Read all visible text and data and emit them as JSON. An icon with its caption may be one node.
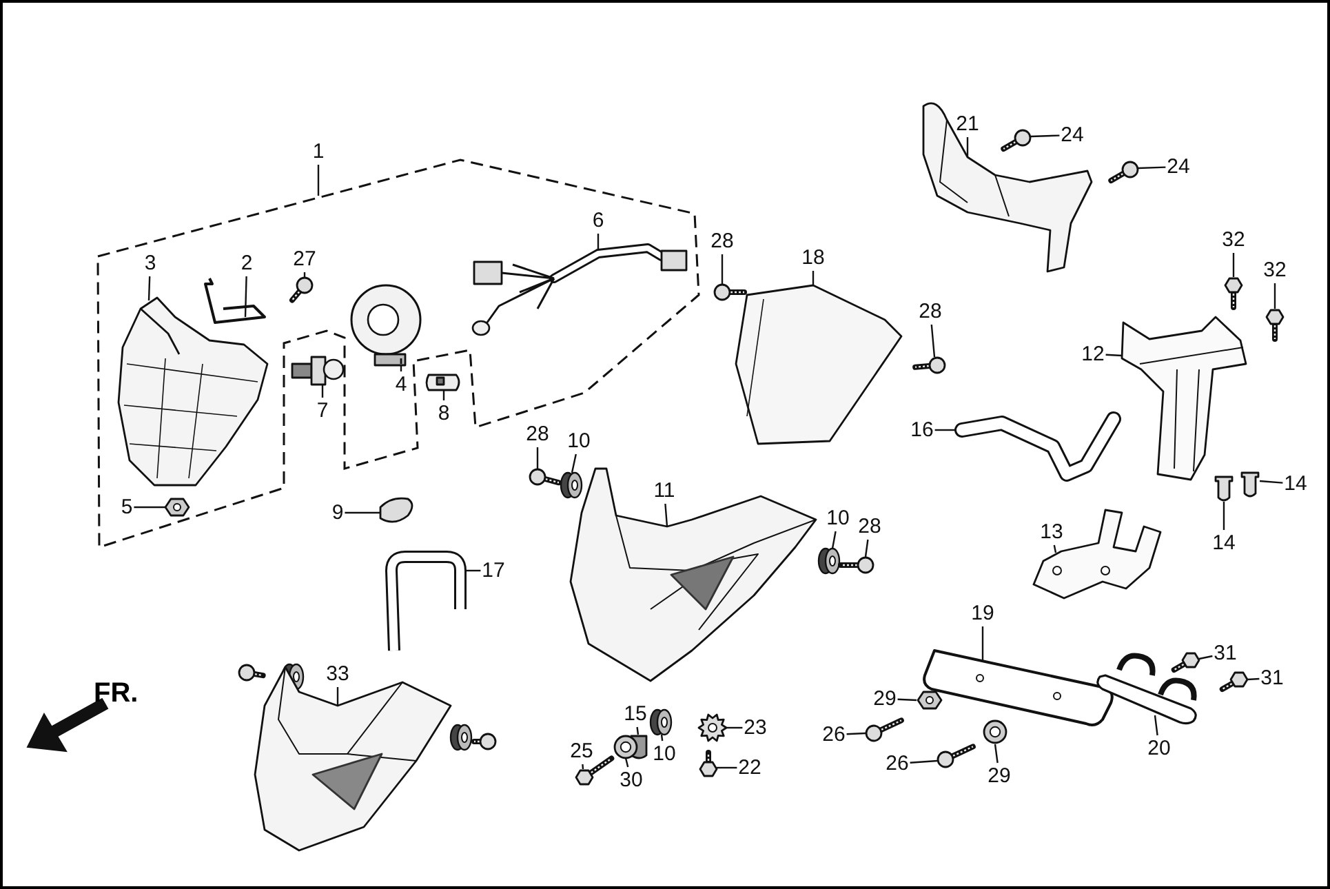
{
  "diagram": {
    "nodes": [
      {
        "text": [
          "1"
        ]
      },
      {
        "text": [],
        "shape": "box"
      },
      {
        "text": [
          "3"
        ],
        "in": 1
      },
      {
        "text": [],
        "shape": "picture",
        "in": 1
      },
      {
        "text": [
          "2"
        ],
        "in": 1
      },
      {
        "text": [],
        "shape": "picture",
        "in": 1
      },
      {
        "text": [
          "27"
        ],
        "in": 1
      },
      {
        "text": [],
        "shape": "bolt",
        "in": 1
      },
      {
        "text": [
          "7"
        ],
        "in": 1
      },
      {
        "text": [],
        "shape": "picture",
        "in": 1
      },
      {
        "text": [
          "4"
        ],
        "in": 1
      },
      {
        "text": [],
        "shape": "picture",
        "in": 1
      },
      {
        "text": [
          "8"
        ],
        "in": 1
      },
      {
        "text": [],
        "shape": "picture",
        "in": 1
      },
      {
        "text": [
          "6"
        ],
        "in": 1
      },
      {
        "text": [],
        "shape": "picture",
        "in": 1
      },
      {
        "text": [
          "5"
        ],
        "in": 1
      },
      {
        "text": [],
        "shape": "nut",
        "in": 1
      },
      {
        "text": [
          "9"
        ]
      },
      {
        "text": [],
        "shape": "clip"
      },
      {
        "text": [
          "28"
        ]
      },
      {
        "text": [],
        "shape": "bolt"
      },
      {
        "text": [
          "10"
        ]
      },
      {
        "text": [],
        "shape": "grommet"
      },
      {
        "text": [
          "11"
        ]
      },
      {
        "text": [],
        "shape": "picture"
      },
      {
        "text": [
          "17"
        ]
      },
      {
        "text": [],
        "shape": "picture"
      },
      {
        "text": [
          "33"
        ]
      },
      {
        "text": [],
        "shape": "picture"
      },
      {
        "text": [
          "25"
        ]
      },
      {
        "text": [],
        "shape": "bolt"
      },
      {
        "text": [
          "15"
        ]
      },
      {
        "text": [],
        "shape": "cylinder"
      },
      {
        "text": [
          "10"
        ]
      },
      {
        "text": [],
        "shape": "grommet"
      },
      {
        "text": [
          "30"
        ]
      },
      {
        "text": [],
        "shape": "washer"
      },
      {
        "text": [
          "23"
        ]
      },
      {
        "text": [],
        "shape": "washer"
      },
      {
        "text": [
          "22"
        ]
      },
      {
        "text": [],
        "shape": "bolt"
      },
      {
        "text": [
          "28"
        ]
      },
      {
        "text": [],
        "shape": "bolt"
      },
      {
        "text": [
          "18"
        ]
      },
      {
        "text": [],
        "shape": "picture"
      },
      {
        "text": [
          "28"
        ]
      },
      {
        "text": [],
        "shape": "bolt"
      },
      {
        "text": [
          "10"
        ]
      },
      {
        "text": [],
        "shape": "grommet"
      },
      {
        "text": [
          "28"
        ]
      },
      {
        "text": [],
        "shape": "bolt"
      },
      {
        "text": [
          "21"
        ]
      },
      {
        "text": [],
        "shape": "picture"
      },
      {
        "text": [
          "24"
        ]
      },
      {
        "text": [],
        "shape": "bolt"
      },
      {
        "text": [
          "24"
        ]
      },
      {
        "text": [],
        "shape": "bolt"
      },
      {
        "text": [
          "32"
        ]
      },
      {
        "text": [],
        "shape": "bolt"
      },
      {
        "text": [
          "32"
        ]
      },
      {
        "text": [],
        "shape": "bolt"
      },
      {
        "text": [
          "12"
        ]
      },
      {
        "text": [],
        "shape": "picture"
      },
      {
        "text": [
          "16"
        ]
      },
      {
        "text": [],
        "shape": "picture"
      },
      {
        "text": [
          "14"
        ]
      },
      {
        "text": [],
        "shape": "cap"
      },
      {
        "text": [
          "14"
        ]
      },
      {
        "text": [],
        "shape": "cap"
      },
      {
        "text": [
          "13"
        ]
      },
      {
        "text": [],
        "shape": "picture"
      },
      {
        "text": [
          "19"
        ]
      },
      {
        "text": [],
        "shape": "picture"
      },
      {
        "text": [
          "31"
        ]
      },
      {
        "text": [],
        "shape": "bolt"
      },
      {
        "text": [
          "31"
        ]
      },
      {
        "text": [],
        "shape": "bolt"
      },
      {
        "text": [
          "20"
        ]
      },
      {
        "text": [],
        "shape": "picture"
      },
      {
        "text": [
          "29"
        ]
      },
      {
        "text": [],
        "shape": "nut"
      },
      {
        "text": [
          "26"
        ]
      },
      {
        "text": [],
        "shape": "bolt"
      },
      {
        "text": [
          "26"
        ]
      },
      {
        "text": [],
        "shape": "bolt"
      },
      {
        "text": [
          "29"
        ]
      },
      {
        "text": [],
        "shape": "washer"
      }
    ],
    "edges": [
      {
        "from": 0,
        "to": 1,
        "arrow": "none"
      },
      {
        "from": 2,
        "to": 3,
        "arrow": "none"
      },
      {
        "from": 4,
        "to": 5,
        "arrow": "none"
      },
      {
        "from": 6,
        "to": 7,
        "arrow": "none"
      },
      {
        "from": 8,
        "to": 9,
        "arrow": "none"
      },
      {
        "from": 10,
        "to": 11,
        "arrow": "none"
      },
      {
        "from": 12,
        "to": 13,
        "arrow": "none"
      },
      {
        "from": 14,
        "to": 15,
        "arrow": "none"
      },
      {
        "from": 16,
        "to": 17,
        "arrow": "none"
      },
      {
        "from": 18,
        "to": 19,
        "arrow": "none"
      },
      {
        "from": 20,
        "to": 21,
        "arrow": "none"
      },
      {
        "from": 22,
        "to": 23,
        "arrow": "none"
      },
      {
        "from": 24,
        "to": 25,
        "arrow": "none"
      },
      {
        "from": 26,
        "to": 27,
        "arrow": "none"
      },
      {
        "from": 28,
        "to": 29,
        "arrow": "none"
      },
      {
        "from": 30,
        "to": 31,
        "arrow": "none"
      },
      {
        "from": 32,
        "to": 33,
        "arrow": "none"
      },
      {
        "from": 34,
        "to": 35,
        "arrow": "none"
      },
      {
        "from": 36,
        "to": 37,
        "arrow": "none"
      },
      {
        "from": 38,
        "to": 39,
        "arrow": "none"
      },
      {
        "from": 40,
        "to": 41,
        "arrow": "none"
      },
      {
        "from": 42,
        "to": 43,
        "arrow": "none"
      },
      {
        "from": 44,
        "to": 45,
        "arrow": "none"
      },
      {
        "from": 46,
        "to": 47,
        "arrow": "none"
      },
      {
        "from": 48,
        "to": 49,
        "arrow": "none"
      },
      {
        "from": 50,
        "to": 51,
        "arrow": "none"
      },
      {
        "from": 52,
        "to": 53,
        "arrow": "none"
      },
      {
        "from": 54,
        "to": 55,
        "arrow": "none"
      },
      {
        "from": 56,
        "to": 57,
        "arrow": "none"
      },
      {
        "from": 58,
        "to": 59,
        "arrow": "none"
      },
      {
        "from": 60,
        "to": 61,
        "arrow": "none"
      },
      {
        "from": 62,
        "to": 63,
        "arrow": "none"
      },
      {
        "from": 64,
        "to": 65,
        "arrow": "none"
      },
      {
        "from": 66,
        "to": 67,
        "arrow": "none"
      },
      {
        "from": 68,
        "to": 69,
        "arrow": "none"
      },
      {
        "from": 70,
        "to": 71,
        "arrow": "none"
      },
      {
        "from": 72,
        "to": 73,
        "arrow": "none"
      },
      {
        "from": 74,
        "to": 75,
        "arrow": "none"
      },
      {
        "from": 76,
        "to": 77,
        "arrow": "none"
      },
      {
        "from": 78,
        "to": 79,
        "arrow": "none"
      },
      {
        "from": 80,
        "to": 81,
        "arrow": "none"
      },
      {
        "from": 82,
        "to": 83,
        "arrow": "none"
      },
      {
        "from": 84,
        "to": 85,
        "arrow": "none"
      },
      {
        "from": 86,
        "to": 87,
        "arrow": "none"
      }
    ],
    "labels": [
      "FR."
    ]
  }
}
